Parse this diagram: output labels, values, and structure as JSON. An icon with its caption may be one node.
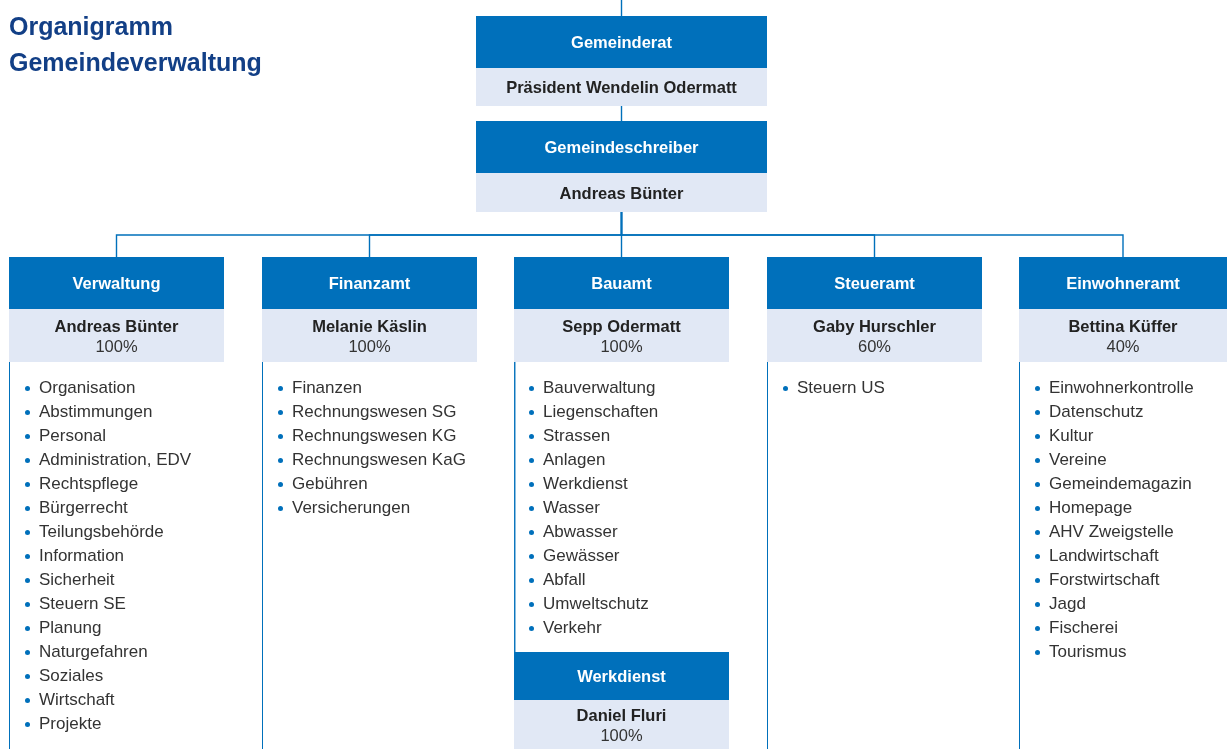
{
  "diagram": {
    "title": "Organigramm Gemeindeverwaltung",
    "nodes": [
      {
        "text": [
          "Gemeinderat",
          "Präsident Wendelin Odermatt"
        ]
      },
      {
        "text": [
          "Gemeindeschreiber",
          "Andreas Bünter"
        ]
      },
      {
        "text": [
          "Verwaltung",
          "Andreas Bünter",
          "100%"
        ],
        "beside": [
          "Organisation",
          "Abstimmungen",
          "Personal",
          "Administration, EDV",
          "Rechtspflege",
          "Bürgerrecht",
          "Teilungsbehörde",
          "Information",
          "Sicherheit",
          "Steuern SE",
          "Planung",
          "Naturgefahren",
          "Soziales",
          "Wirtschaft",
          "Projekte"
        ]
      },
      {
        "text": [
          "Finanzamt",
          "Melanie Käslin",
          "100%"
        ],
        "beside": [
          "Finanzen",
          "Rechnungswesen SG",
          "Rechnungswesen KG",
          "Rechnungswesen KaG",
          "Gebühren",
          "Versicherungen"
        ]
      },
      {
        "text": [
          "Bauamt",
          "Sepp Odermatt",
          "100%"
        ],
        "beside": [
          "Bauverwaltung",
          "Liegenschaften",
          "Strassen",
          "Anlagen",
          "Werkdienst",
          "Wasser",
          "Abwasser",
          "Gewässer",
          "Abfall",
          "Umweltschutz",
          "Verkehr"
        ]
      },
      {
        "text": [
          "Steueramt",
          "Gaby Hurschler",
          "60%"
        ],
        "beside": [
          "Steuern US"
        ]
      },
      {
        "text": [
          "Einwohneramt",
          "Bettina Küffer",
          "40%"
        ],
        "beside": [
          "Einwohnerkontrolle",
          "Datenschutz",
          "Kultur",
          "Vereine",
          "Gemeindemagazin",
          "Homepage",
          "AHV Zweigstelle",
          "Landwirtschaft",
          "Forstwirtschaft",
          "Jagd",
          "Fischerei",
          "Tourismus"
        ]
      },
      {
        "text": [
          "Werkdienst",
          "Daniel Fluri",
          "100%"
        ]
      }
    ],
    "edges": [
      {
        "from": null,
        "to": 0,
        "arrow": "none"
      },
      {
        "from": 0,
        "to": 1,
        "arrow": "none"
      },
      {
        "from": 1,
        "to": 2,
        "arrow": "none"
      },
      {
        "from": 1,
        "to": 3,
        "arrow": "none"
      },
      {
        "from": 1,
        "to": 4,
        "arrow": "none"
      },
      {
        "from": 1,
        "to": 5,
        "arrow": "none"
      },
      {
        "from": 1,
        "to": 6,
        "arrow": "none"
      },
      {
        "from": 4,
        "to": 7,
        "arrow": "none"
      }
    ]
  }
}
